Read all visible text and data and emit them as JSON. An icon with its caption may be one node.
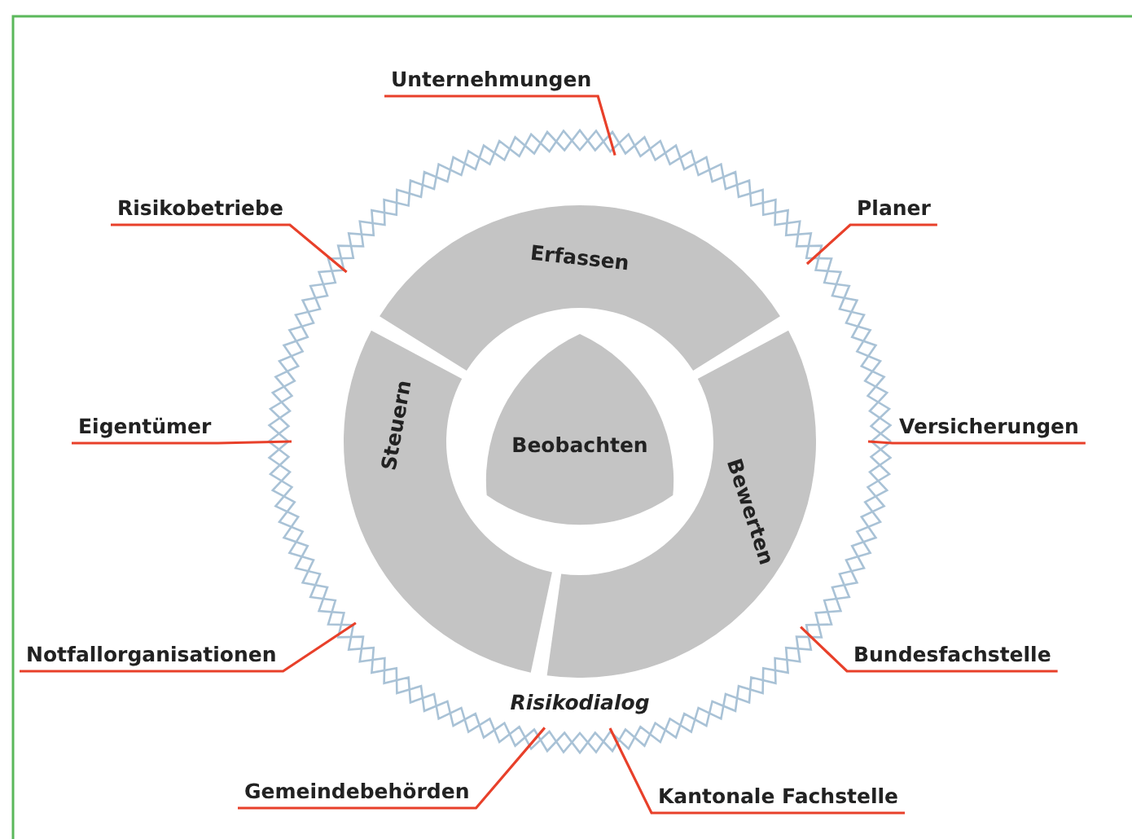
{
  "diagram": {
    "nodes": [
      {
        "text": [
          "Risikodialog"
        ]
      },
      {
        "text": [
          "Erfassen"
        ],
        "in": 0
      },
      {
        "text": [
          "Bewerten"
        ],
        "in": 0
      },
      {
        "text": [
          "Steuern"
        ],
        "in": 0
      },
      {
        "text": [
          "Beobachten"
        ],
        "in": 0
      },
      {
        "text": [
          "Unternehmungen"
        ]
      },
      {
        "text": [
          "Risikobetriebe"
        ]
      },
      {
        "text": [
          "Planer"
        ]
      },
      {
        "text": [
          "Eigentümer"
        ]
      },
      {
        "text": [
          "Versicherungen"
        ]
      },
      {
        "text": [
          "Notfallorganisationen"
        ]
      },
      {
        "text": [
          "Bundesfachstelle"
        ]
      },
      {
        "text": [
          "Gemeindebehörden"
        ]
      },
      {
        "text": [
          "Kantonale Fachstelle"
        ]
      }
    ],
    "edges": [
      {
        "from": 5,
        "to": 0,
        "arrow": "none"
      },
      {
        "from": 6,
        "to": 0,
        "arrow": "none"
      },
      {
        "from": 7,
        "to": 0,
        "arrow": "none"
      },
      {
        "from": 8,
        "to": 0,
        "arrow": "none"
      },
      {
        "from": 9,
        "to": 0,
        "arrow": "none"
      },
      {
        "from": 10,
        "to": 0,
        "arrow": "none"
      },
      {
        "from": 11,
        "to": 0,
        "arrow": "none"
      },
      {
        "from": 12,
        "to": 0,
        "arrow": "none"
      },
      {
        "from": 13,
        "to": 0,
        "arrow": "none"
      }
    ]
  }
}
